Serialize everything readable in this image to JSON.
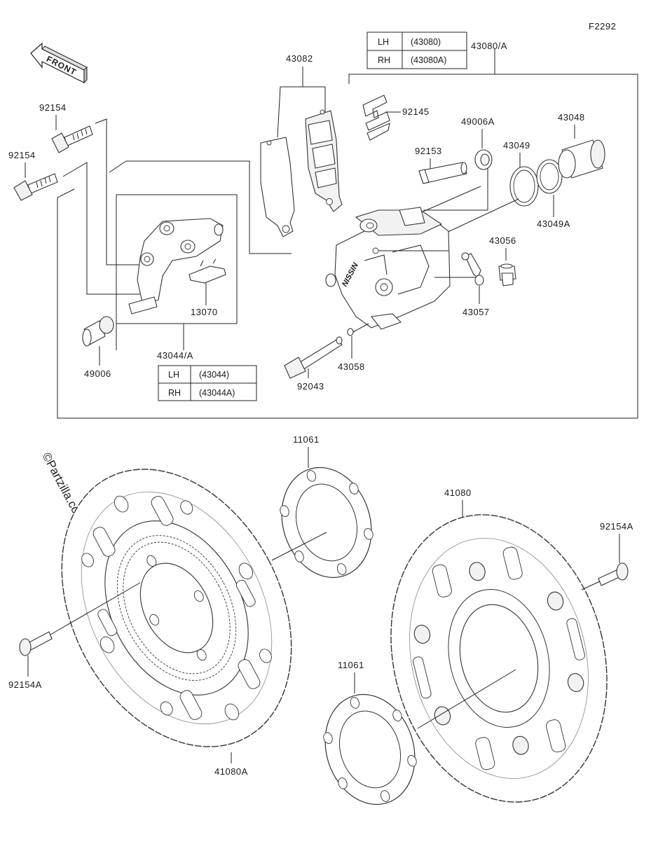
{
  "figure_code": "F2292",
  "front_arrow_label": "FRONT",
  "watermark": "©Partzilla.com",
  "labels": {
    "p43082": "43082",
    "p43080_a": "43080/A",
    "p92145": "92145",
    "p49006A": "49006A",
    "p43049": "43049",
    "p43048": "43048",
    "p92153": "92153",
    "p43049A": "43049A",
    "p43056": "43056",
    "p43057": "43057",
    "p43058": "43058",
    "p92043": "92043",
    "p92154_top": "92154",
    "p92154_mid": "92154",
    "p13070": "13070",
    "p43044_a": "43044/A",
    "p49006": "49006",
    "p11061_top": "11061",
    "p11061_bottom": "11061",
    "p41080": "41080",
    "p41080A": "41080A",
    "p92154A_right": "92154A",
    "p92154A_left": "92154A"
  },
  "table_43080": {
    "rows": [
      {
        "side": "LH",
        "part": "(43080)"
      },
      {
        "side": "RH",
        "part": "(43080A)"
      }
    ]
  },
  "table_43044": {
    "rows": [
      {
        "side": "LH",
        "part": "(43044)"
      },
      {
        "side": "RH",
        "part": "(43044A)"
      }
    ]
  }
}
